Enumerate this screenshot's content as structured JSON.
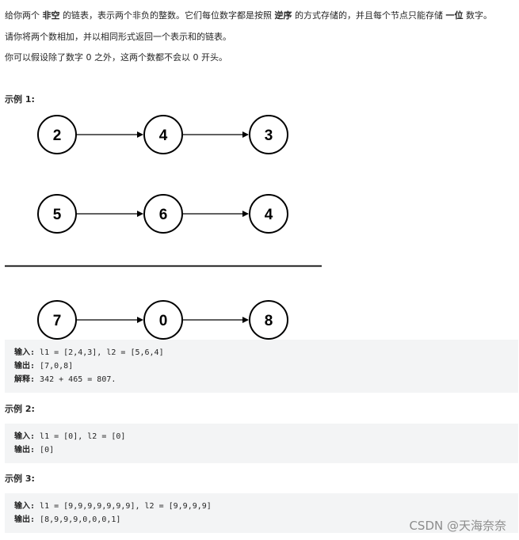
{
  "description": {
    "p1": {
      "a": "给你两个 ",
      "b": "非空",
      "c": " 的链表，表示两个非负的整数。它们每位数字都是按照 ",
      "d": "逆序",
      "e": " 的方式存储的，并且每个节点只能存储 ",
      "f": "一位",
      "g": " 数字。"
    },
    "p2": "请你将两个数相加，并以相同形式返回一个表示和的链表。",
    "p3": "你可以假设除了数字 0 之外，这两个数都不会以 0 开头。"
  },
  "examples": [
    {
      "title": "示例 1:",
      "lines": [
        {
          "label": "输入:",
          "value": " l1 = [2,4,3], l2 = [5,6,4]"
        },
        {
          "label": "输出:",
          "value": " [7,0,8]"
        },
        {
          "label": "解释:",
          "value": " 342 + 465 = 807."
        }
      ]
    },
    {
      "title": "示例 2:",
      "lines": [
        {
          "label": "输入:",
          "value": " l1 = [0], l2 = [0]"
        },
        {
          "label": "输出:",
          "value": " [0]"
        }
      ]
    },
    {
      "title": "示例 3:",
      "lines": [
        {
          "label": "输入:",
          "value": " l1 = [9,9,9,9,9,9,9], l2 = [9,9,9,9]"
        },
        {
          "label": "输出:",
          "value": " [8,9,9,9,0,0,0,1]"
        }
      ]
    }
  ],
  "diagram": {
    "l1": [
      "2",
      "4",
      "3"
    ],
    "l2": [
      "5",
      "6",
      "4"
    ],
    "sum": [
      "7",
      "0",
      "8"
    ]
  },
  "watermark": "CSDN @天海奈奈"
}
